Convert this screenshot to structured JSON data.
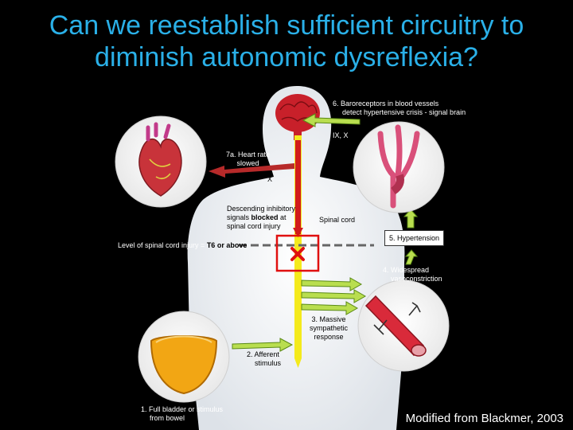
{
  "slide": {
    "title_line1": "Can we reestablish sufficient circuitry to",
    "title_line2": "diminish autonomic dysreflexia?",
    "credit": "Modified from Blackmer, 2003"
  },
  "diagram": {
    "label_baroreceptors_1": "6.  Baroreceptors in blood vessels",
    "label_baroreceptors_2": "detect hypertensive crisis - signal brain",
    "label_ix_x": "IX, X",
    "label_heart_rate_1": "7a.  Heart rate",
    "label_heart_rate_2": "slowed",
    "label_x": "X",
    "label_descending_1": "Descending inhibitory",
    "label_descending_2a": "signals ",
    "label_descending_2b": "blocked",
    "label_descending_2c": " at",
    "label_descending_3": "spinal cord injury",
    "label_spinal_cord": "Spinal cord",
    "label_hypertension": "5.  Hypertension",
    "label_level_a": "Level of spinal cord injury = ",
    "label_level_b": "T6 or above",
    "label_vasoconstriction_1": "4.  Widespread",
    "label_vasoconstriction_2": "vasoconstriction",
    "label_sympathetic_1": "3.  Massive",
    "label_sympathetic_2": "sympathetic",
    "label_sympathetic_3": "response",
    "label_afferent_1": "2.  Afferent",
    "label_afferent_2": "stimulus",
    "label_bladder_1": "1.  Full bladder or stimulus",
    "label_bladder_2": "from bowel"
  }
}
